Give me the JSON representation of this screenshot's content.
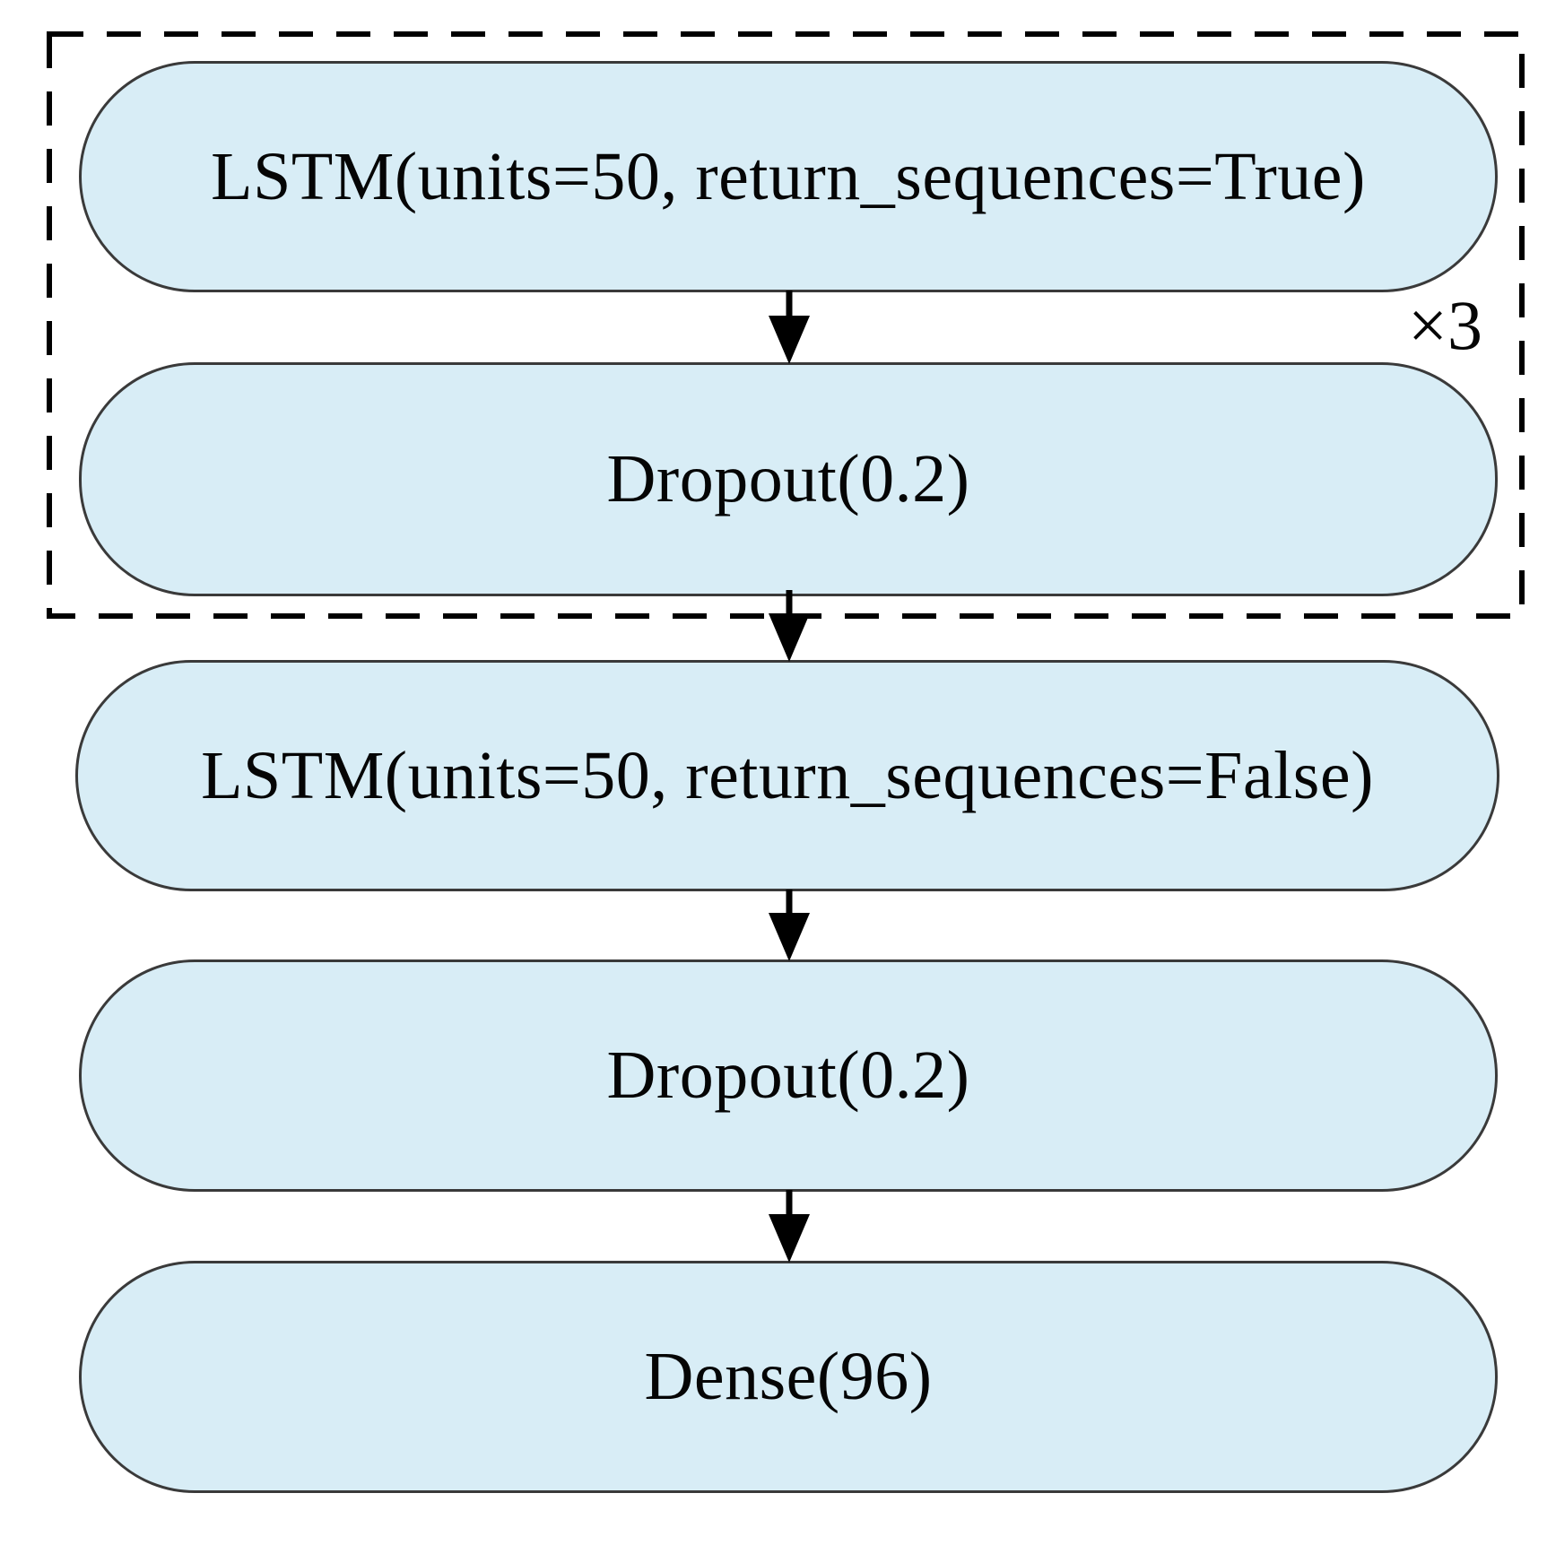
{
  "diagram": {
    "type": "flowchart",
    "description_visible_elements": "stacked model layers connected by downward arrows; first two layers enclosed in dashed repeat group",
    "group": {
      "repeat_label": "×3",
      "contains_nodes": [
        0,
        1
      ]
    },
    "nodes": [
      {
        "label": "LSTM(units=50, return_sequences=True)"
      },
      {
        "label": "Dropout(0.2)"
      },
      {
        "label": "LSTM(units=50, return_sequences=False)"
      },
      {
        "label": "Dropout(0.2)"
      },
      {
        "label": "Dense(96)"
      }
    ],
    "edges": [
      {
        "from": 0,
        "to": 1
      },
      {
        "from": 1,
        "to": 2
      },
      {
        "from": 2,
        "to": 3
      },
      {
        "from": 3,
        "to": 4
      }
    ],
    "colors": {
      "node_fill": "#d8edf6",
      "node_border": "#3a3a3a",
      "arrow": "#000000",
      "group_border": "#000000",
      "text": "#050505",
      "background": "#ffffff"
    }
  }
}
